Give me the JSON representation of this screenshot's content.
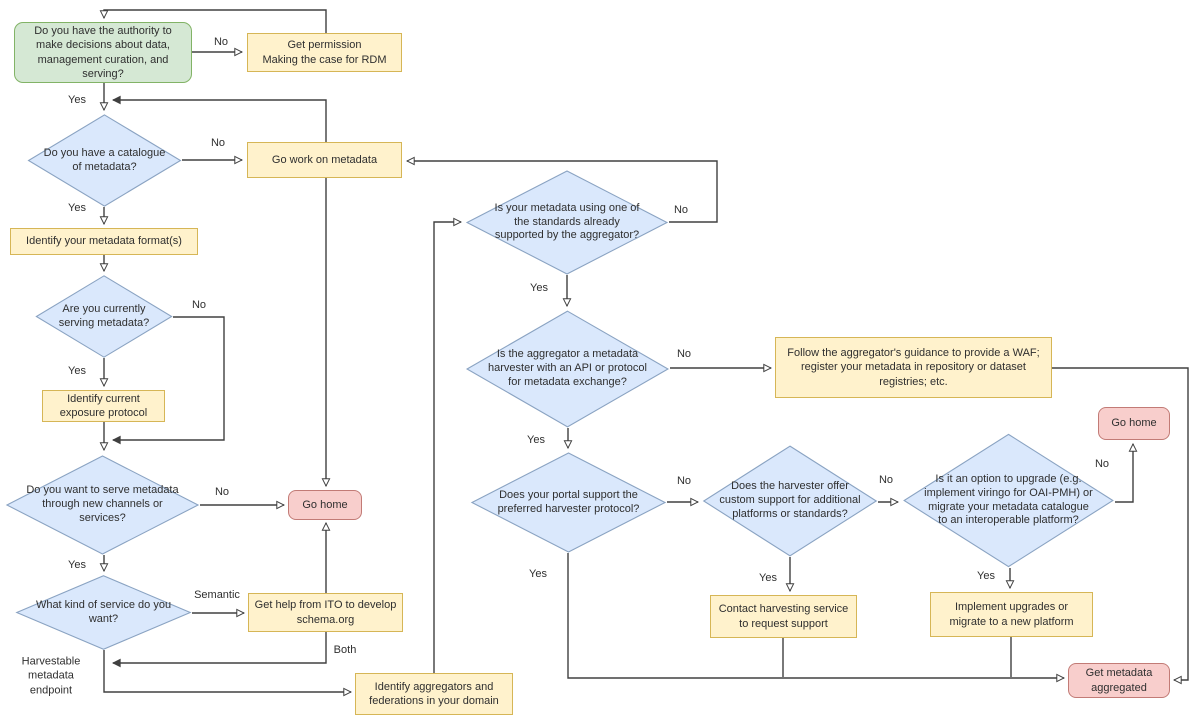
{
  "diagram_title": "Research data metadata serving decision flowchart",
  "colors": {
    "process_fill": "#fff2cc",
    "process_border": "#d6b656",
    "decision_fill": "#dae8fc",
    "decision_border": "#8aa3c2",
    "start_fill": "#d5e8d4",
    "start_border": "#82b366",
    "terminal_fill": "#f8cecc",
    "terminal_border": "#c27b76",
    "connector_line": "#404040"
  },
  "nodes": {
    "authority": {
      "label": "Do you have the authority to make decisions about data, management curation, and serving?"
    },
    "get_permission": {
      "label": "Get permission\nMaking the case for RDM"
    },
    "catalogue_q": {
      "label": "Do you have a catalogue\nof metadata?"
    },
    "go_work": {
      "label": "Go work on metadata"
    },
    "identify_formats": {
      "label": "Identify your metadata format(s)"
    },
    "serving_q": {
      "label": "Are you currently serving metadata?"
    },
    "exposure": {
      "label": "Identify current exposure protocol"
    },
    "new_channels_q": {
      "label": "Do you want to serve metadata through new channels or services?"
    },
    "go_home_1": {
      "label": "Go home"
    },
    "service_kind_q": {
      "label": "What kind of service do you want?"
    },
    "ito_help": {
      "label": "Get help from ITO to develop schema.org"
    },
    "identify_aggregators": {
      "label": "Identify aggregators and federations in your domain"
    },
    "standards_q": {
      "label": "Is your metadata using one of the standards already supported by the aggregator?"
    },
    "harvester_q": {
      "label": "Is the aggregator a metadata harvester with an API or protocol for metadata exchange?"
    },
    "follow_guidance": {
      "label": "Follow the aggregator's guidance to provide a WAF; register your metadata in repository or dataset registries; etc."
    },
    "portal_q": {
      "label": "Does your portal support the preferred harvester protocol?"
    },
    "custom_support_q": {
      "label": "Does the harvester offer custom support for additional platforms or standards?"
    },
    "upgrade_q": {
      "label": "Is it an option to upgrade (e.g. implement viringo for OAI-PMH) or migrate your metadata catalogue to an interoperable platform?"
    },
    "go_home_2": {
      "label": "Go home"
    },
    "contact_harvesting": {
      "label": "Contact harvesting service to request support"
    },
    "implement_upgrades": {
      "label": "Implement upgrades or migrate to a new platform"
    },
    "get_aggregated": {
      "label": "Get metadata aggregated"
    }
  },
  "edge_labels": {
    "authority_no": "No",
    "authority_yes": "Yes",
    "catalogue_no": "No",
    "catalogue_yes": "Yes",
    "serving_no": "No",
    "serving_yes": "Yes",
    "channels_no": "No",
    "channels_yes": "Yes",
    "service_semantic": "Semantic",
    "service_both": "Both",
    "service_harvestable": "Harvestable\nmetadata\nendpoint",
    "standards_no": "No",
    "standards_yes": "Yes",
    "harvester_no": "No",
    "harvester_yes": "Yes",
    "portal_no": "No",
    "portal_yes": "Yes",
    "custom_no": "No",
    "custom_yes": "Yes",
    "upgrade_no": "No",
    "upgrade_yes": "Yes"
  }
}
